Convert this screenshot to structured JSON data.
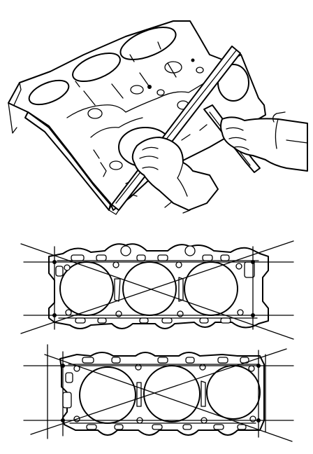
{
  "figure": {
    "panels": [
      {
        "id": "straightedge-on-block"
      },
      {
        "id": "gasket-pattern-upper"
      },
      {
        "id": "gasket-pattern-lower"
      }
    ],
    "ink_color": "#000000",
    "paper_color": "#ffffff"
  }
}
